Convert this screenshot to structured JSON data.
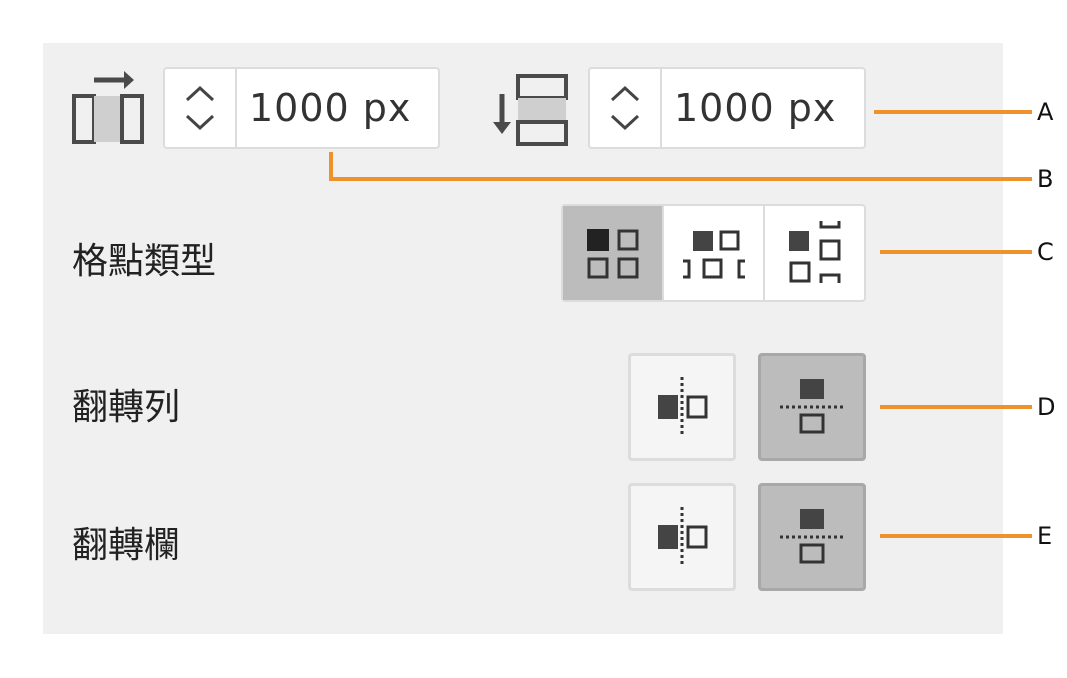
{
  "size": {
    "width_value": "1000 px",
    "height_value": "1000 px",
    "width_icon": "column-width-icon",
    "height_icon": "row-height-icon",
    "stepper_icon": "up-down-chevron-icon"
  },
  "grid_type": {
    "label": "格點類型",
    "options": [
      "rectangular-grid-icon",
      "horizontal-offset-grid-icon",
      "vertical-offset-grid-icon"
    ],
    "selected_index": 0
  },
  "flip_rows": {
    "label": "翻轉列",
    "options": [
      "flip-horizontal-icon",
      "flip-vertical-icon"
    ],
    "selected_index": 1
  },
  "flip_columns": {
    "label": "翻轉欄",
    "options": [
      "flip-horizontal-icon",
      "flip-vertical-icon"
    ],
    "selected_index": 1
  },
  "callouts": [
    "A",
    "B",
    "C",
    "D",
    "E"
  ],
  "colors": {
    "panel_bg": "#f0f0f0",
    "callout": "#f0922b",
    "active_bg": "#bcbcbc",
    "icon": "#444444"
  }
}
